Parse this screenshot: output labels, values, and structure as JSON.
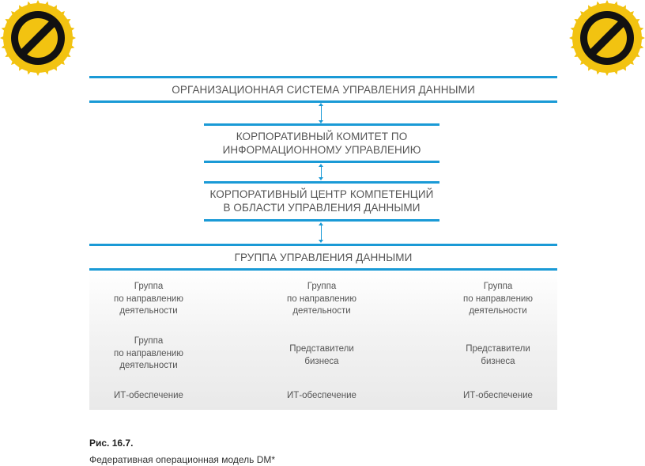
{
  "levels": {
    "org_system": "ОРГАНИЗАЦИОННАЯ СИСТЕМА УПРАВЛЕНИЯ ДАННЫМИ",
    "committee_line1": "КОРПОРАТИВНЫЙ КОМИТЕТ ПО",
    "committee_line2": "ИНФОРМАЦИОННОМУ УПРАВЛЕНИЮ",
    "center_line1": "КОРПОРАТИВНЫЙ ЦЕНТР КОМПЕТЕНЦИЙ",
    "center_line2": "В ОБЛАСТИ УПРАВЛЕНИЯ ДАННЫМИ",
    "group": "ГРУППА УПРАВЛЕНИЯ ДАННЫМИ"
  },
  "grid": {
    "columns": [
      {
        "row1": [
          "Группа",
          "по направлению",
          "деятельности"
        ],
        "row2": [
          "Группа",
          "по направлению",
          "деятельности"
        ],
        "row3": [
          "ИТ-обеспечение"
        ]
      },
      {
        "row1": [
          "Группа",
          "по направлению",
          "деятельности"
        ],
        "row2": [
          "Представители",
          "бизнеса"
        ],
        "row3": [
          "ИТ-обеспечение"
        ]
      },
      {
        "row1": [
          "Группа",
          "по направлению",
          "деятельности"
        ],
        "row2": [
          "Представители",
          "бизнеса"
        ],
        "row3": [
          "ИТ-обеспечение"
        ]
      }
    ]
  },
  "caption": {
    "number": "Рис. 16.7.",
    "text": "Федеративная операционная модель DM*"
  },
  "colors": {
    "accent": "#1a9ad6",
    "badge_yellow": "#f2c311",
    "badge_black": "#111111"
  },
  "icons": {
    "left_badge": "prohibited-sign-icon",
    "right_badge": "prohibited-sign-icon"
  }
}
